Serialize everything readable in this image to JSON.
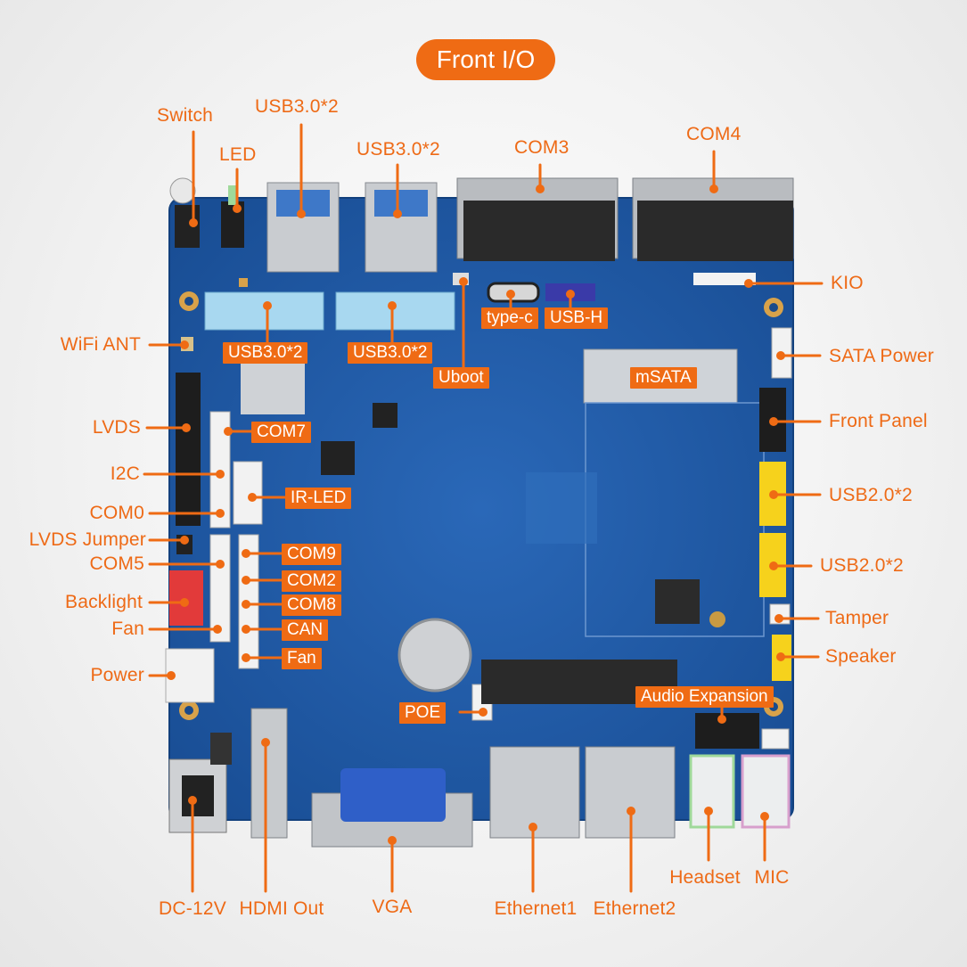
{
  "title": "Front I/O",
  "colors": {
    "accent": "#ef6b14",
    "board": "#1e5aa8"
  },
  "labels": {
    "switch": "Switch",
    "led": "LED",
    "usb30_top_a": "USB3.0*2",
    "usb30_top_b": "USB3.0*2",
    "com3": "COM3",
    "com4": "COM4",
    "kio": "KIO",
    "wifi_ant": "WiFi ANT",
    "sata_power": "SATA Power",
    "lvds": "LVDS",
    "front_panel": "Front Panel",
    "i2c": "I2C",
    "usb20_a": "USB2.0*2",
    "com0": "COM0",
    "lvds_jumper": "LVDS Jumper",
    "usb20_b": "USB2.0*2",
    "com5": "COM5",
    "backlight": "Backlight",
    "tamper": "Tamper",
    "fan_left": "Fan",
    "speaker": "Speaker",
    "power": "Power",
    "dc12v": "DC-12V",
    "hdmi_out": "HDMI Out",
    "vga": "VGA",
    "ethernet1": "Ethernet1",
    "ethernet2": "Ethernet2",
    "headset": "Headset",
    "mic": "MIC"
  },
  "tags": {
    "usb30_hdr_a": "USB3.0*2",
    "usb30_hdr_b": "USB3.0*2",
    "type_c": "type-c",
    "usb_h": "USB-H",
    "uboot": "Uboot",
    "msata": "mSATA",
    "com7": "COM7",
    "ir_led": "IR-LED",
    "com9": "COM9",
    "com2": "COM2",
    "com8": "COM8",
    "can": "CAN",
    "fan_hdr": "Fan",
    "poe": "POE",
    "audio_expansion": "Audio Expansion"
  }
}
